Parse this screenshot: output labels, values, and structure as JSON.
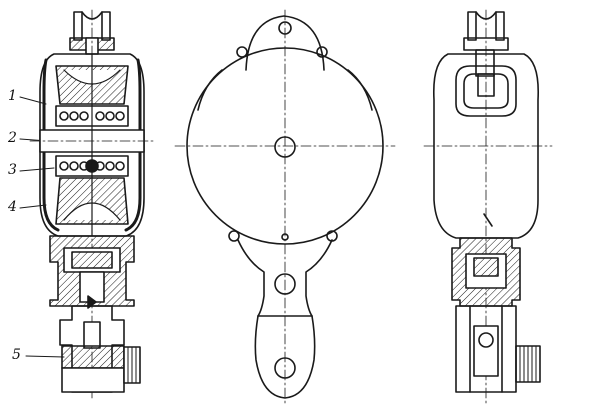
{
  "callouts": [
    {
      "label": "1"
    },
    {
      "label": "2"
    },
    {
      "label": "3"
    },
    {
      "label": "4"
    },
    {
      "label": "5"
    }
  ],
  "colors": {
    "ink": "#1a1a1a",
    "paper": "#ffffff"
  }
}
